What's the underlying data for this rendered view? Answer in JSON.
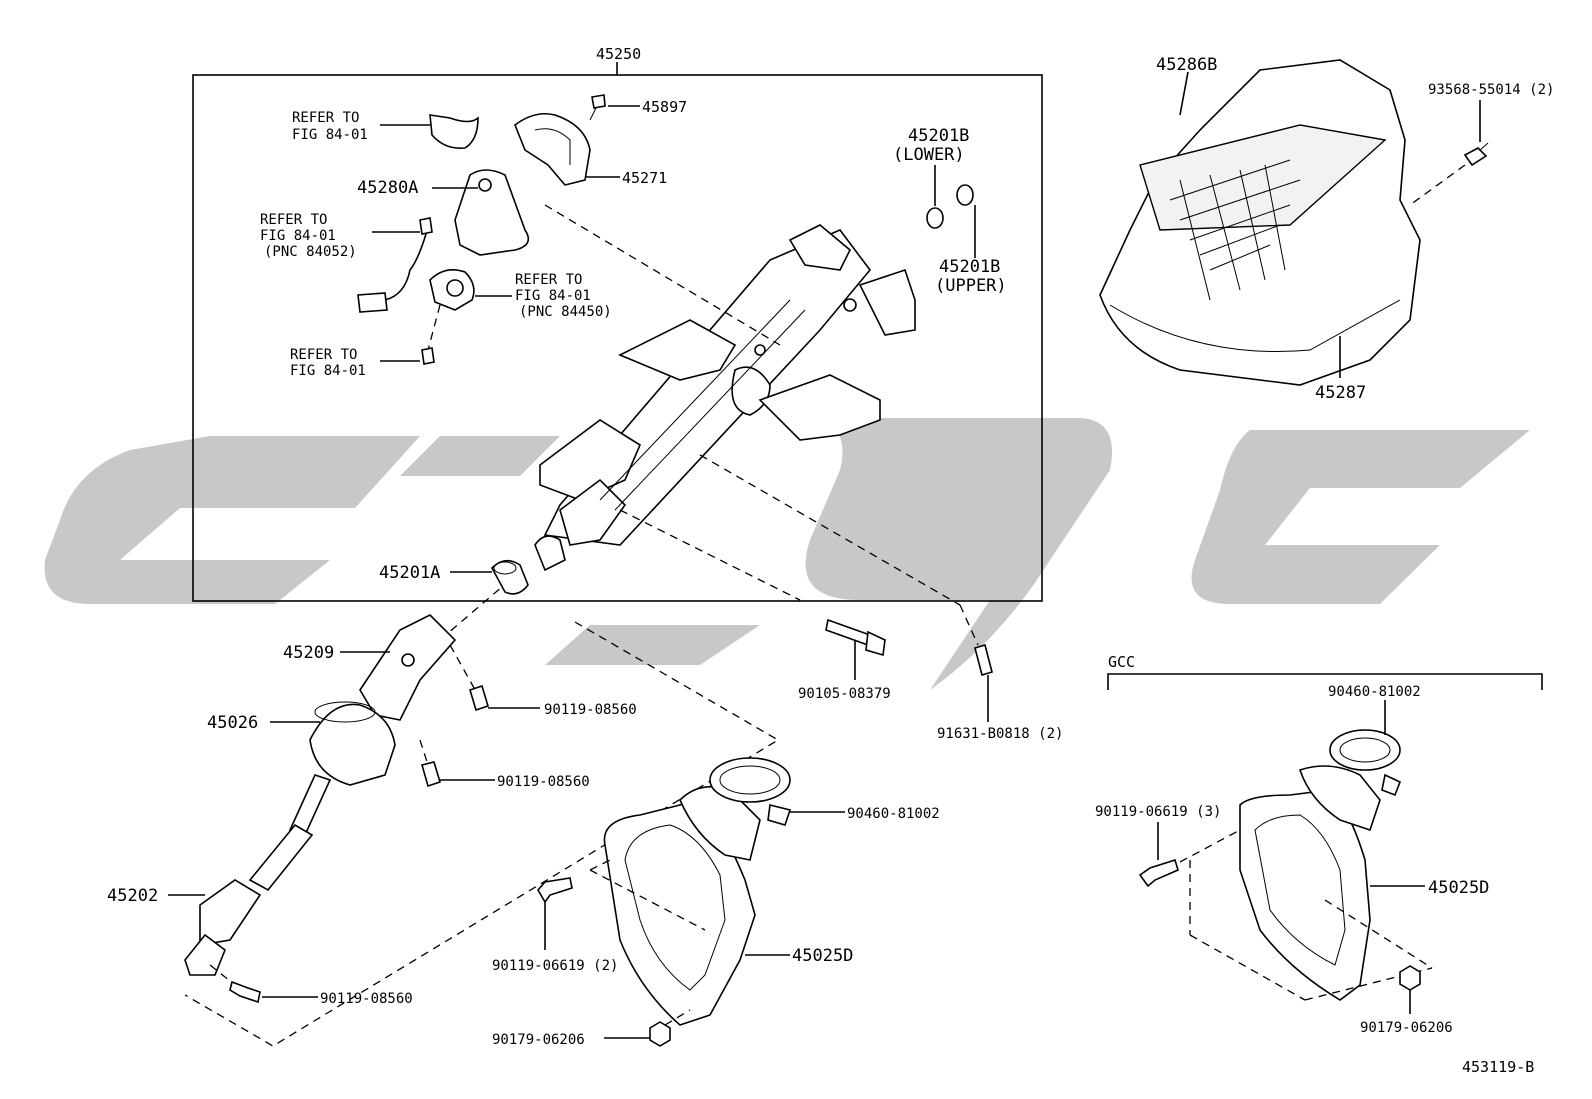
{
  "diagram": {
    "assembly_label": "45250",
    "figure_code": "453119-B",
    "gcc_label": "GCC",
    "watermark_color": "#c8c8c8",
    "line_color": "#000000",
    "labels": {
      "p45897": "45897",
      "p45271": "45271",
      "p45280A": "45280A",
      "p45201B_lower_num": "45201B",
      "p45201B_lower_sub": "(LOWER)",
      "p45201B_upper_num": "45201B",
      "p45201B_upper_sub": "(UPPER)",
      "p45286B": "45286B",
      "p93568": "93568-55014 (2)",
      "p45287": "45287",
      "p45201A": "45201A",
      "p45209": "45209",
      "p45026": "45026",
      "p45202": "45202",
      "p90105": "90105-08379",
      "p91631": "91631-B0818 (2)",
      "p90119_08560_a": "90119-08560",
      "p90119_08560_b": "90119-08560",
      "p90119_08560_c": "90119-08560",
      "p90460_main": "90460-81002",
      "p90119_06619_main": "90119-06619 (2)",
      "p45025D_main": "45025D",
      "p90179_main": "90179-06206",
      "p90460_gcc": "90460-81002",
      "p90119_06619_gcc": "90119-06619 (3)",
      "p45025D_gcc": "45025D",
      "p90179_gcc": "90179-06206"
    },
    "references": {
      "ref1_line1": "REFER TO",
      "ref1_line2": "FIG 84-01",
      "ref2_line1": "REFER TO",
      "ref2_line2": "FIG 84-01",
      "ref2_line3": "(PNC 84052)",
      "ref3_line1": "REFER TO",
      "ref3_line2": "FIG 84-01",
      "ref3_line3": "(PNC 84450)",
      "ref4_line1": "REFER TO",
      "ref4_line2": "FIG 84-01"
    }
  }
}
